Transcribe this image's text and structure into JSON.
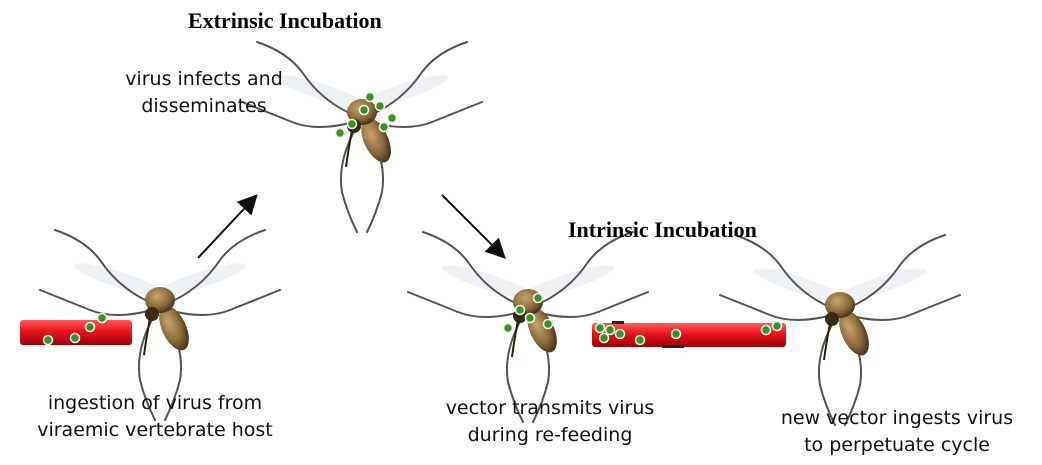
{
  "diagram": {
    "extrinsic_title": "Extrinsic Incubation",
    "intrinsic_title": "Intrinsic Incubation",
    "steps": {
      "ingestion": {
        "line1": "ingestion of virus from",
        "line2": "viraemic vertebrate host"
      },
      "infection": {
        "line1": "virus infects and",
        "line2": "disseminates"
      },
      "transmission": {
        "line1": "vector transmits virus",
        "line2": "during re-feeding"
      },
      "new_vector": {
        "line1": "new vector ingests virus",
        "line2": "to perpetuate cycle"
      }
    },
    "colors": {
      "blood_vessel": "#e8141c",
      "virus_particle": "#3a8f2a",
      "mosquito_body": "#8a6a3c",
      "mosquito_leg": "#555555"
    },
    "icons": [
      "mosquito-icon",
      "blood-vessel-icon",
      "virus-particle-icon",
      "arrow-icon"
    ]
  }
}
